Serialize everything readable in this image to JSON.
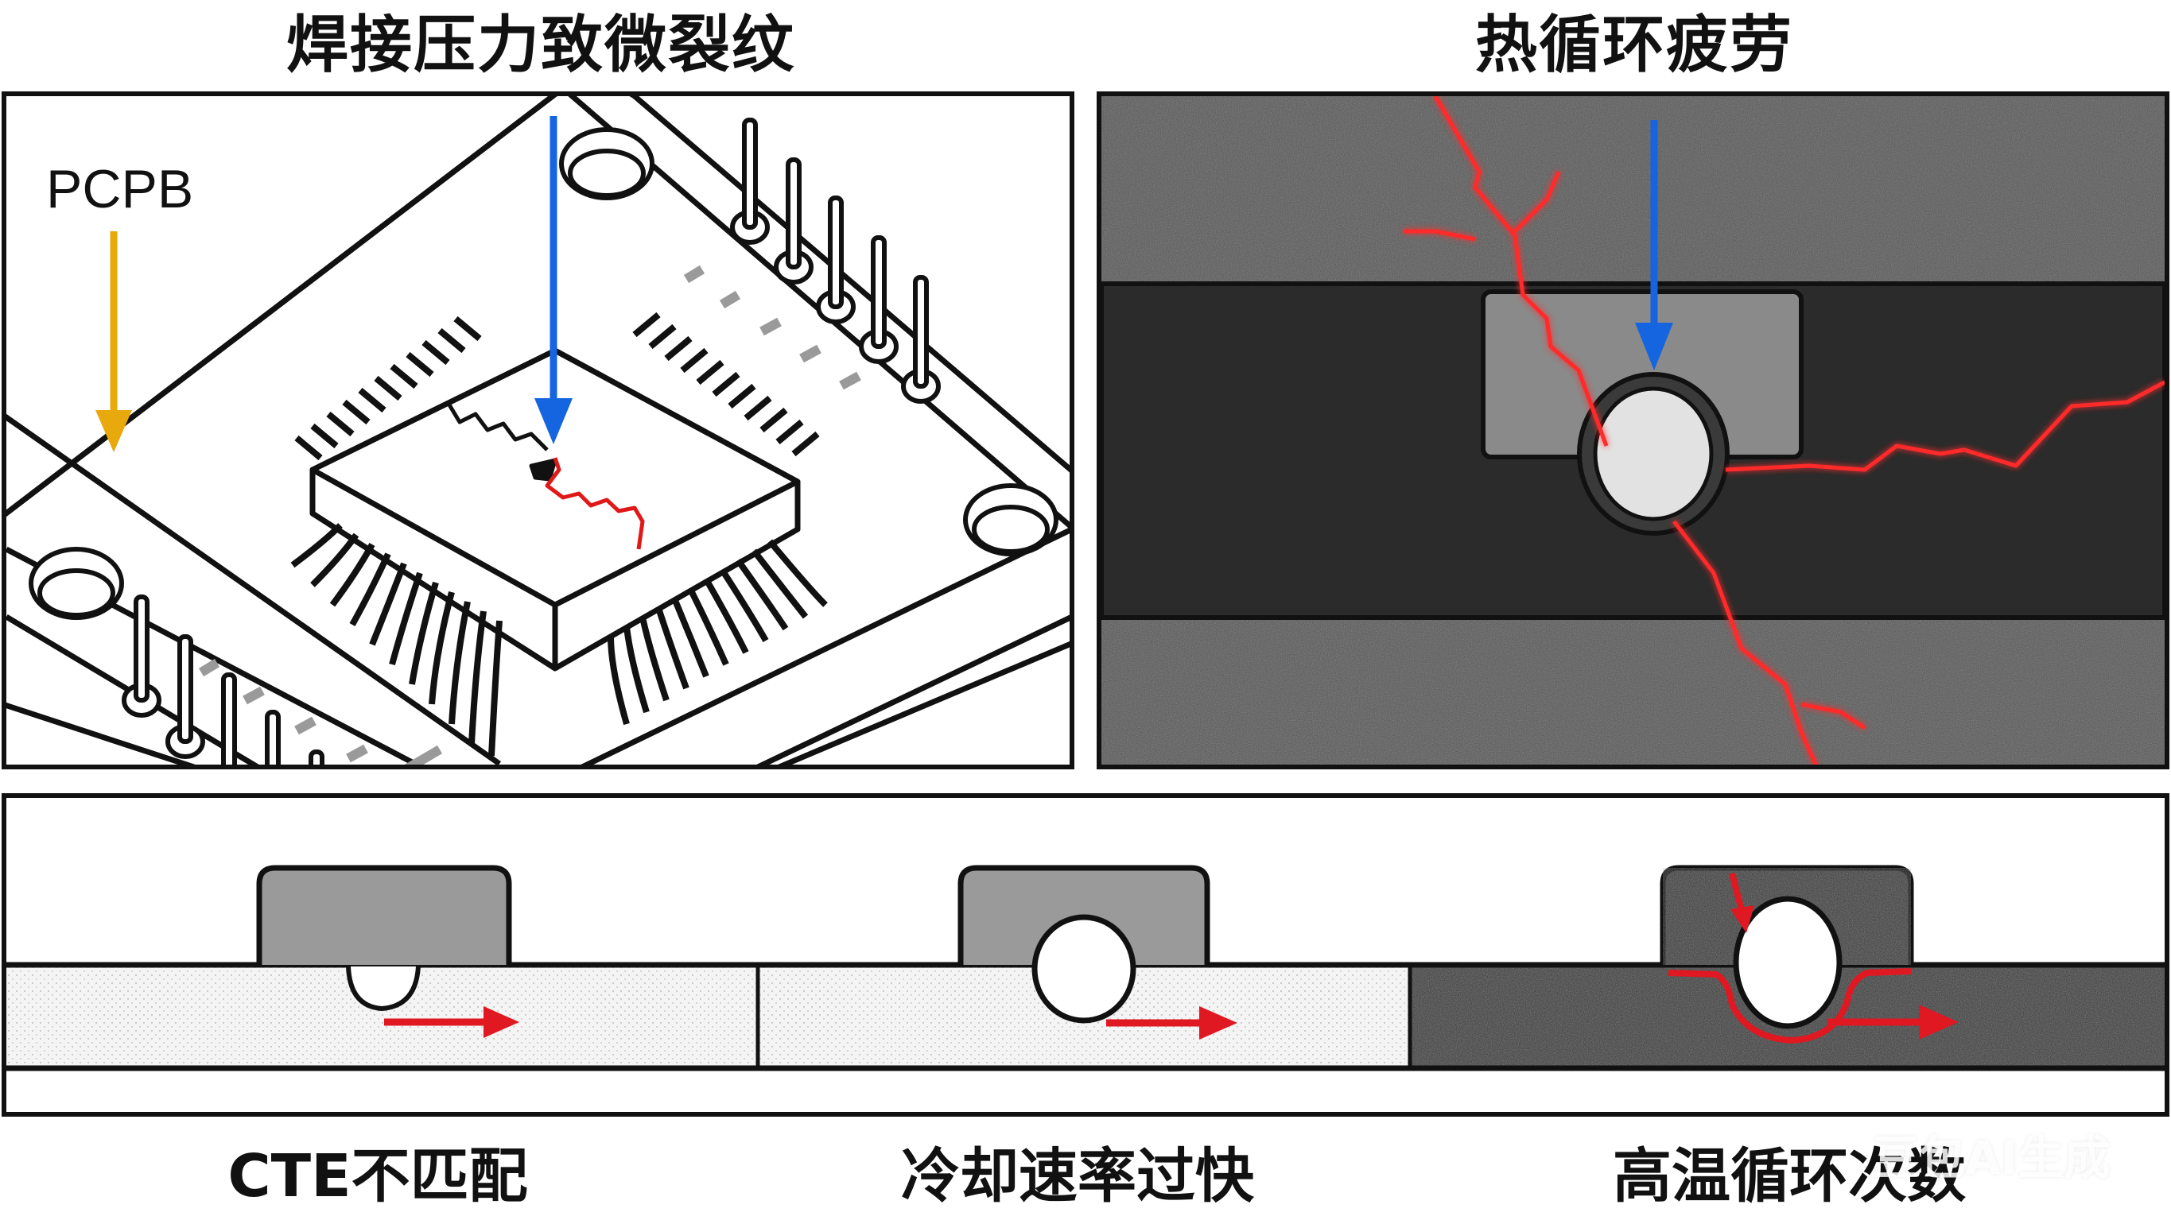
{
  "titles": {
    "left": "焊接压力致微裂纹",
    "right": "热循环疲劳"
  },
  "panel_left": {
    "board_label": "PCPB",
    "arrow_colors": {
      "board": "#E8A90C",
      "stress": "#1565E0",
      "crack": "#E01818"
    }
  },
  "panel_right": {
    "arrow_color": "#1565E0",
    "crack_color": "#FF2A2A"
  },
  "bottom": {
    "labels": [
      "CTE不匹配",
      "冷却速率过快",
      "高温循环次数"
    ],
    "arrow_color": "#E01822"
  },
  "watermark": "豆包AI生成"
}
